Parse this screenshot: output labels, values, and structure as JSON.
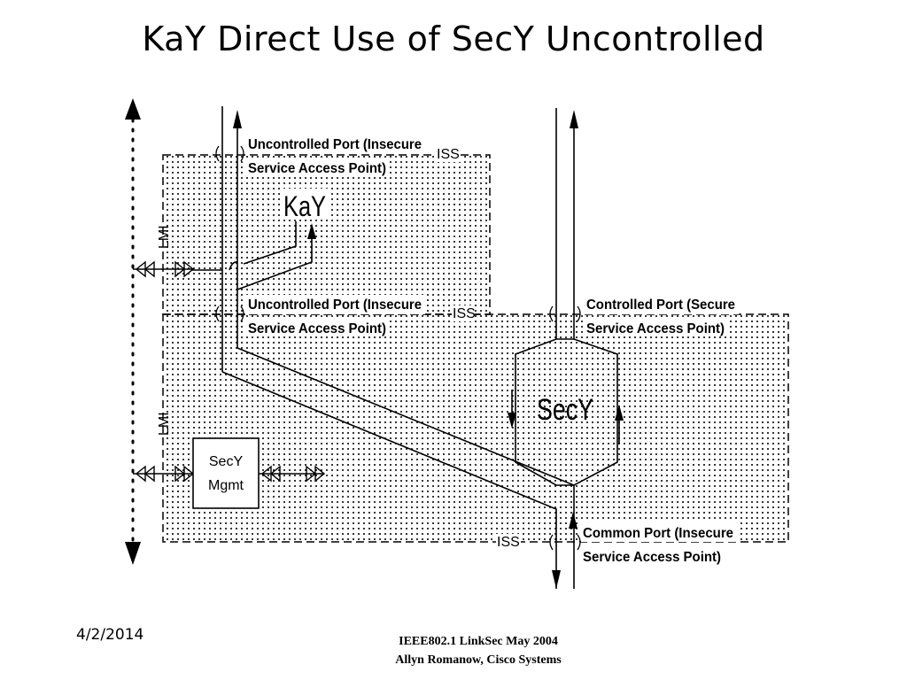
{
  "slide": {
    "title": "KaY Direct Use of SecY Uncontrolled",
    "footer": {
      "date": "4/2/2014",
      "line1": "IEEE802.1 LinkSec May 2004",
      "line2": "Allyn Romanow, Cisco Systems"
    }
  },
  "diagram": {
    "kay": {
      "label": "KaY",
      "port_top_line1": "Uncontrolled Port (Insecure",
      "port_top_line2": "Service Access Point)",
      "iss": "ISS",
      "lmi": "LMI"
    },
    "secy": {
      "label": "SecY",
      "uncontrolled_line1": "Uncontrolled Port (Insecure",
      "uncontrolled_line2": "Service Access Point)",
      "uncontrolled_iss": "ISS",
      "controlled_line1": "Controlled Port (Secure",
      "controlled_line2": "Service Access Point)",
      "common_line1": "Common Port (Insecure",
      "common_line2": "Service Access Point)",
      "common_iss": "ISS",
      "lmi": "LMI"
    },
    "mgmt": {
      "line1": "SecY",
      "line2": "Mgmt"
    }
  }
}
